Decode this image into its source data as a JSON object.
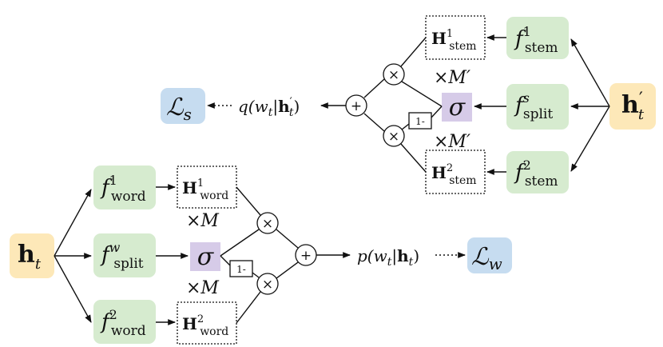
{
  "colors": {
    "input_fill": "#fde8b8",
    "f_fill": "#d6ebcf",
    "loss_fill": "#c6dcf0",
    "sigma_fill": "#d6cbe8",
    "stroke": "#111111"
  },
  "bottom": {
    "input": {
      "base": "h",
      "sub": "t"
    },
    "f1": {
      "base": "f",
      "sup": "1",
      "sub": "word"
    },
    "fs": {
      "base": "f",
      "sup": "w",
      "sub": "split"
    },
    "f2": {
      "base": "f",
      "sup": "2",
      "sub": "word"
    },
    "H1": {
      "base": "H",
      "sup": "1",
      "sub": "word"
    },
    "H2": {
      "base": "H",
      "sup": "2",
      "sub": "word"
    },
    "sigma": "σ",
    "repeat1": "×M",
    "repeat2": "×M",
    "one_minus": "1-",
    "mul": "×",
    "add": "+",
    "prob": "p(w",
    "prob_sub": "t",
    "prob_bar": "|",
    "prob_h": "h",
    "prob_h_sub": "t",
    "prob_close": ")",
    "loss": {
      "base": "ℒ",
      "sub": "w"
    }
  },
  "top": {
    "input": {
      "base": "h",
      "prime": "′",
      "sub": "t"
    },
    "f1": {
      "base": "f",
      "sup": "1",
      "sub": "stem"
    },
    "fs": {
      "base": "f",
      "sup": "s",
      "sub": "split"
    },
    "f2": {
      "base": "f",
      "sup": "2",
      "sub": "stem"
    },
    "H1": {
      "base": "H",
      "sup": "1",
      "sub": "stem"
    },
    "H2": {
      "base": "H",
      "sup": "2",
      "sub": "stem"
    },
    "sigma": "σ",
    "repeat1": "×M′",
    "repeat2": "×M′",
    "one_minus": "1-",
    "mul": "×",
    "add": "+",
    "prob": "q(w",
    "prob_sub": "t",
    "prob_bar": "|",
    "prob_h": "h",
    "prob_h_sub": "t",
    "prob_prime": "′",
    "prob_close": ")",
    "loss": {
      "base": "ℒ",
      "sub": "s"
    }
  }
}
